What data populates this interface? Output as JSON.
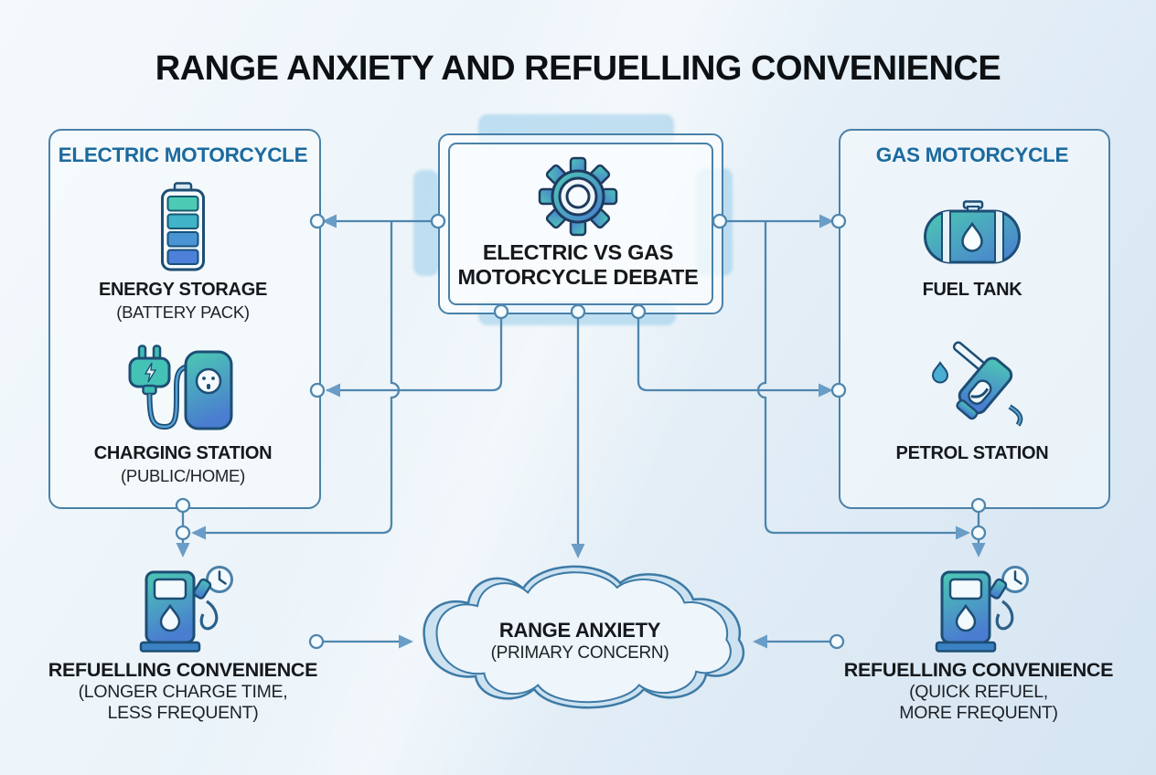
{
  "title": "RANGE ANXIETY AND REFUELLING CONVENIENCE",
  "left_box": {
    "header": "ELECTRIC MOTORCYCLE",
    "items": [
      {
        "icon": "battery-icon",
        "label": "ENERGY STORAGE",
        "sub": "(BATTERY PACK)"
      },
      {
        "icon": "charging-station-icon",
        "label": "CHARGING STATION",
        "sub": "(PUBLIC/HOME)"
      }
    ]
  },
  "center_box": {
    "icon": "gear-icon",
    "line1": "ELECTRIC VS GAS",
    "line2": "MOTORCYCLE DEBATE"
  },
  "right_box": {
    "header": "GAS MOTORCYCLE",
    "items": [
      {
        "icon": "fuel-tank-icon",
        "label": "FUEL TANK",
        "sub": ""
      },
      {
        "icon": "petrol-nozzle-icon",
        "label": "PETROL STATION",
        "sub": ""
      }
    ]
  },
  "cloud": {
    "line1": "RANGE ANXIETY",
    "line2": "(PRIMARY CONCERN)"
  },
  "bottom_left": {
    "icon": "fuel-pump-clock-icon",
    "label": "REFUELLING CONVENIENCE",
    "sub_line1": "(LONGER CHARGE TIME,",
    "sub_line2": "LESS FREQUENT)"
  },
  "bottom_right": {
    "icon": "fuel-pump-clock-icon",
    "label": "REFUELLING CONVENIENCE",
    "sub_line1": "(QUICK REFUEL,",
    "sub_line2": "MORE FREQUENT)"
  },
  "edges": [
    "debate -> electric-motorcycle (energy storage row)",
    "debate -> electric-motorcycle (charging station row)",
    "debate -> electric refuelling junction",
    "debate -> gas-motorcycle (fuel tank row)",
    "debate -> gas-motorcycle (petrol station row)",
    "debate -> gas refuelling junction",
    "debate -> range-anxiety cloud",
    "electric-motorcycle -> refuelling convenience pump",
    "gas-motorcycle -> refuelling convenience pump",
    "left connector -> range-anxiety cloud",
    "right connector -> range-anxiety cloud"
  ],
  "colors": {
    "accent_blue": "#1b6a9e",
    "line_blue": "#4f86ae",
    "arrow_blue": "#699dc7",
    "icon_teal": "#4cc9b3",
    "icon_blue": "#4a7cd0",
    "outline_navy": "#1d4e75",
    "title_black": "#0e1114",
    "cloud_band": "#cde2f0"
  }
}
